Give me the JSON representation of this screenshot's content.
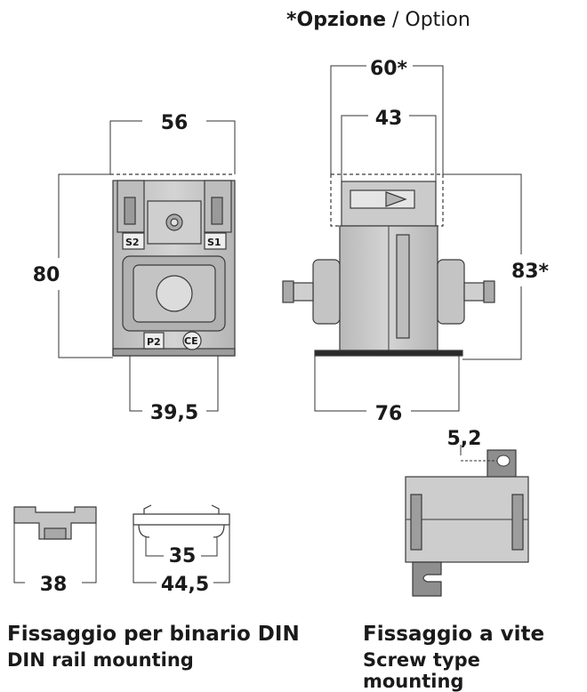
{
  "option_label": {
    "bold": "*Opzione",
    "rest": " / Option"
  },
  "dimensions": {
    "front_width": "56",
    "front_height": "80",
    "front_base": "39,5",
    "side_width_option": "60*",
    "side_window": "43",
    "side_height_option": "83*",
    "side_length": "76",
    "din_clip_width": "38",
    "din_rail_inner": "35",
    "din_rail_outer": "44,5",
    "screw_hole": "5,2"
  },
  "markings": {
    "s2": "S2",
    "s1": "S1",
    "p2": "P2",
    "ce": "CE"
  },
  "captions": {
    "din": {
      "it": "Fissaggio per binario DIN",
      "en": "DIN rail mounting"
    },
    "screw": {
      "it": "Fissaggio a vite",
      "en": "Screw type mounting"
    }
  },
  "colors": {
    "body": "#c9c9c9",
    "body_dark": "#9e9e9e",
    "outline": "#3a3a3a",
    "dim": "#333333"
  }
}
